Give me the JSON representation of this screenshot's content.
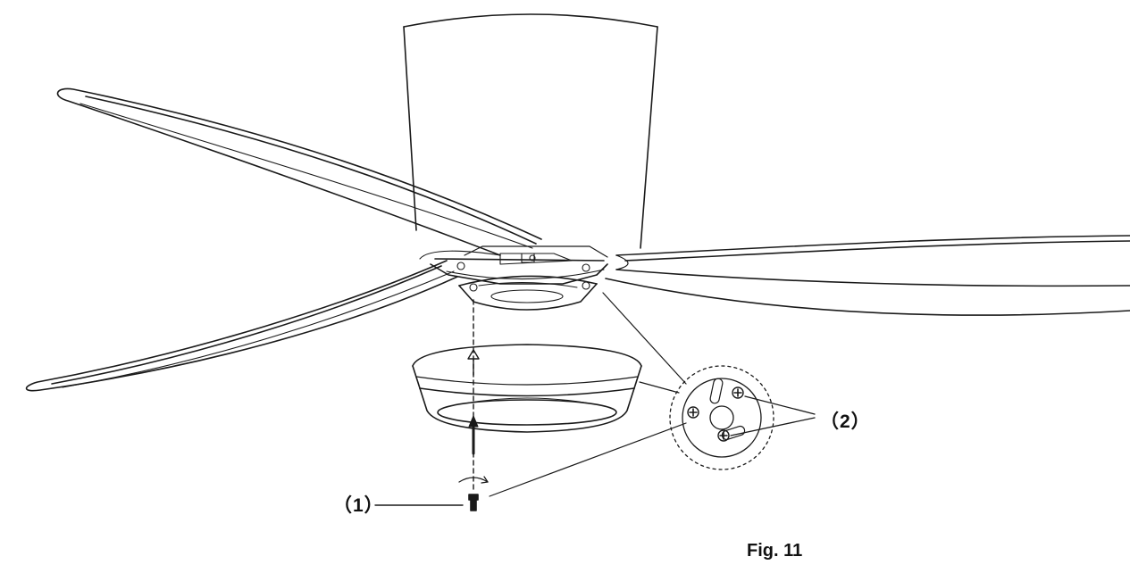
{
  "labels": {
    "screw": "（1）",
    "mounting_screws": "（2）"
  },
  "caption": "Fig. 11",
  "colors": {
    "line": "#1a1a1a",
    "background": "#ffffff"
  }
}
